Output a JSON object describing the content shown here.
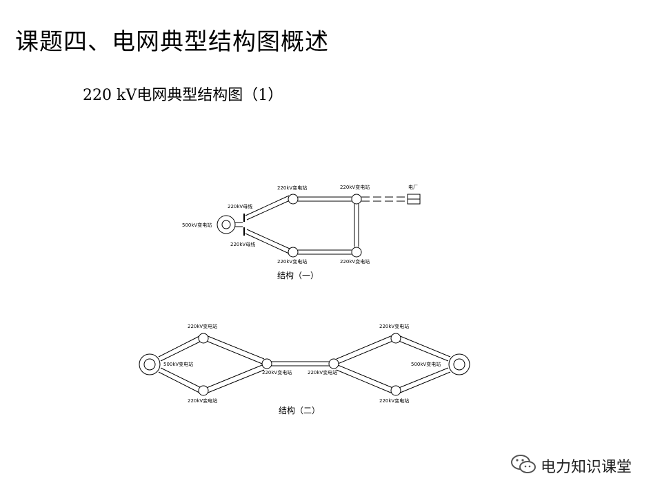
{
  "title": "课题四、电网典型结构图概述",
  "subtitle": "220 kV电网典型结构图（1）",
  "diagram1": {
    "label_500kv": "500kV变电站",
    "label_bus_top": "220kV母线",
    "label_bus_bottom": "220kV母线",
    "label_sub_top_left": "220kV变电站",
    "label_sub_top_right": "220kV变电站",
    "label_sub_bottom_left": "220kV变电站",
    "label_sub_bottom_right": "220kV变电站",
    "label_plant": "电厂",
    "caption": "结构（一）"
  },
  "diagram2": {
    "label_500kv_left": "500kV变电站",
    "label_500kv_right": "500kV变电站",
    "label_top_left": "220kV变电站",
    "label_bottom_left": "220kV变电站",
    "label_mid_left": "220kV变电站",
    "label_mid_right": "220kV变电站",
    "label_top_right": "220kV变电站",
    "label_bottom_right": "220kV变电站",
    "caption": "结构（二）"
  },
  "watermark": {
    "text": "电力知识课堂",
    "icon": "wechat-icon"
  }
}
